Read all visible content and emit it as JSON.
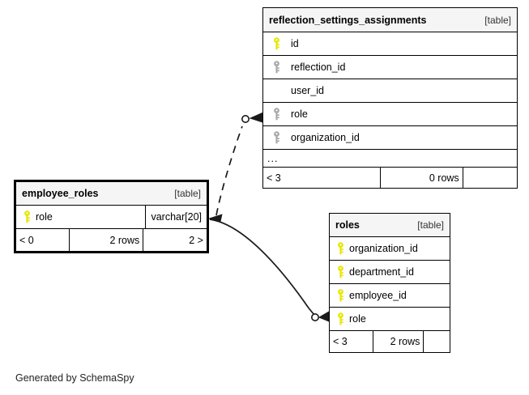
{
  "diagram": {
    "credit": "Generated by SchemaSpy",
    "table_tag": "[table]",
    "ellipsis": "...",
    "colors": {
      "primary_key": "#e6e600",
      "foreign_key": "#a9a9a9",
      "header_bg": "#f5f5f5",
      "border": "#000000",
      "edge": "#1a1a1a",
      "background": "#ffffff"
    }
  },
  "tables": [
    {
      "id": "reflection_settings_assignments",
      "name": "reflection_settings_assignments",
      "tag": "[table]",
      "focus": false,
      "columns": [
        {
          "name": "id",
          "key": "primary",
          "type": ""
        },
        {
          "name": "reflection_id",
          "key": "foreign",
          "type": ""
        },
        {
          "name": "user_id",
          "key": "none",
          "type": ""
        },
        {
          "name": "role",
          "key": "foreign",
          "type": ""
        },
        {
          "name": "organization_id",
          "key": "foreign",
          "type": ""
        }
      ],
      "has_ellipsis_row": true,
      "footer": {
        "left": "< 3",
        "middle": "0 rows",
        "right": ""
      }
    },
    {
      "id": "employee_roles",
      "name": "employee_roles",
      "tag": "[table]",
      "focus": true,
      "columns": [
        {
          "name": "role",
          "key": "primary",
          "type": "varchar[20]"
        }
      ],
      "has_ellipsis_row": false,
      "footer": {
        "left": "< 0",
        "middle": "2 rows",
        "right": "2 >"
      }
    },
    {
      "id": "roles",
      "name": "roles",
      "tag": "[table]",
      "focus": false,
      "columns": [
        {
          "name": "organization_id",
          "key": "primary",
          "type": ""
        },
        {
          "name": "department_id",
          "key": "primary",
          "type": ""
        },
        {
          "name": "employee_id",
          "key": "primary",
          "type": ""
        },
        {
          "name": "role",
          "key": "primary",
          "type": ""
        }
      ],
      "has_ellipsis_row": false,
      "footer": {
        "left": "< 3",
        "middle": "2 rows",
        "right": ""
      }
    }
  ],
  "relationships": [
    {
      "id": "employee_roles-to-reflection_settings_assignments",
      "from_table": "employee_roles",
      "from_column": "role",
      "to_table": "reflection_settings_assignments",
      "to_column": "role",
      "style": "dashed",
      "optional": true
    },
    {
      "id": "employee_roles-to-roles",
      "from_table": "employee_roles",
      "from_column": "role",
      "to_table": "roles",
      "to_column": "role",
      "style": "solid",
      "optional": true
    }
  ]
}
